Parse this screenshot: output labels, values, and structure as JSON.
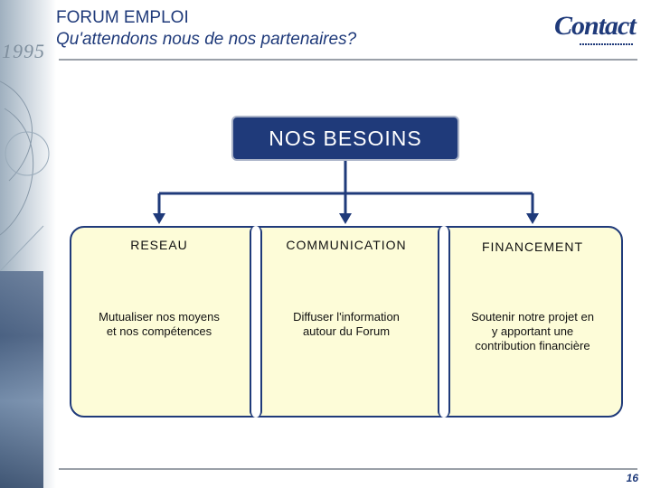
{
  "header": {
    "title": "FORUM EMPLOI",
    "subtitle": "Qu'attendons nous de nos partenaires?",
    "background_year": "1995"
  },
  "logo": {
    "text": "Contact"
  },
  "diagram": {
    "root": "NOS BESOINS",
    "branches": [
      {
        "title": "RESEAU",
        "lines": [
          "Mutualiser nos moyens",
          "et nos compétences"
        ]
      },
      {
        "title": "COMMUNICATION",
        "lines": [
          "Diffuser l'information",
          "autour du Forum"
        ]
      },
      {
        "title": "FINANCEMENT",
        "lines": [
          "Soutenir notre projet en",
          "y apportant une",
          "contribution financière"
        ]
      }
    ]
  },
  "footer": {
    "page_number": "16"
  },
  "colors": {
    "title": "#1f3a7a",
    "root_box": "#1f3a7a",
    "panel_fill": "#fdfcd8",
    "connector": "#1f3a7a",
    "rule": "#9aa0a8"
  },
  "icons": {
    "connector_arrow": "arrow-down-icon"
  }
}
